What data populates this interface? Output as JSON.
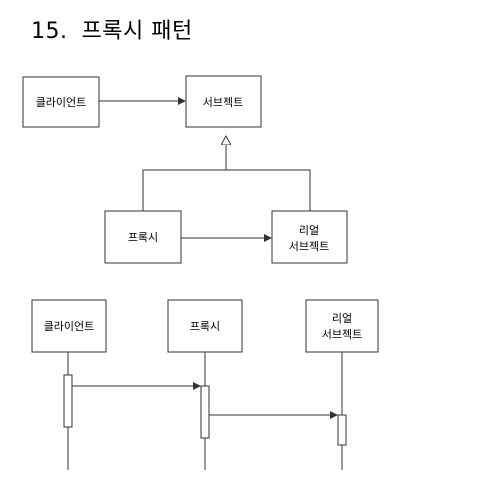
{
  "title": {
    "number": "15.",
    "text": "프록시 패턴"
  },
  "class_diagram": {
    "client": "클라이언트",
    "subject": "서브젝트",
    "proxy": "프록시",
    "real_subject": [
      "리얼",
      "서브젝트"
    ]
  },
  "sequence_diagram": {
    "client": "클라이언트",
    "proxy": "프록시",
    "real_subject": [
      "리얼",
      "서브젝트"
    ]
  }
}
